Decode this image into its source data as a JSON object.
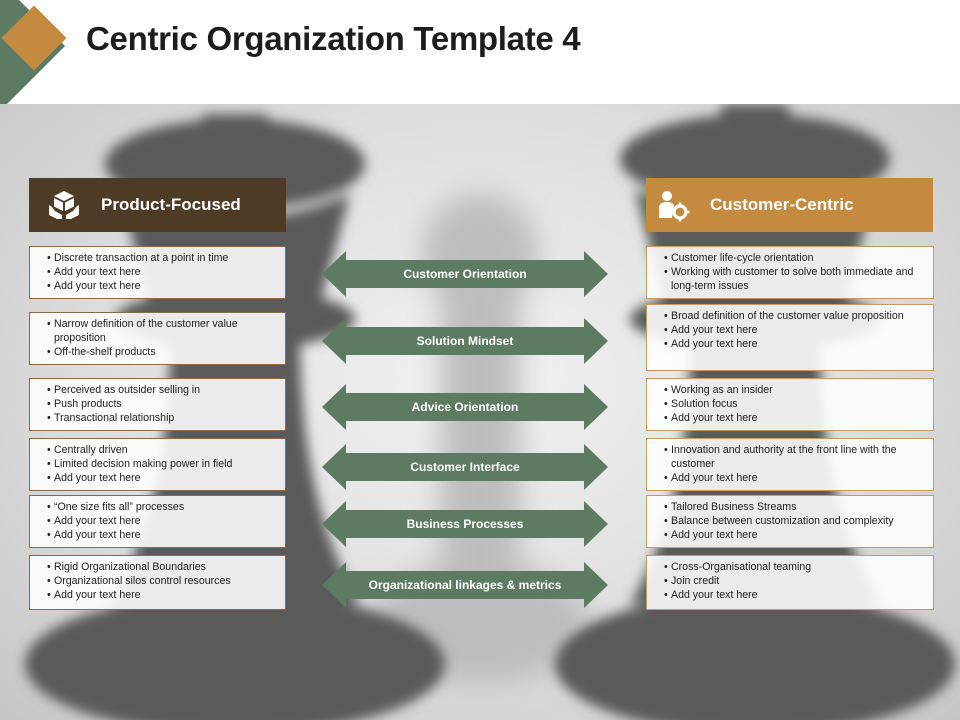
{
  "title": "Centric Organization Template 4",
  "colors": {
    "accent_green": "#5d7a62",
    "accent_gold": "#c48a3f",
    "dark_brown": "#4e3b26"
  },
  "left_header": {
    "label": "Product-Focused",
    "icon": "hands-box-icon"
  },
  "right_header": {
    "label": "Customer-Centric",
    "icon": "person-gear-icon"
  },
  "rows": [
    {
      "left": [
        "Discrete transaction at a point in time",
        "Add your text here",
        "Add your text here"
      ],
      "arrow": "Customer  Orientation",
      "right": [
        "Customer life-cycle orientation",
        "Working with customer to solve both immediate and long-term issues"
      ]
    },
    {
      "left": [
        "Narrow definition of the customer value proposition",
        "Off-the-shelf products"
      ],
      "arrow": "Solution Mindset",
      "right": [
        "Broad definition of the customer value proposition",
        "Add your text here",
        "Add your text here"
      ]
    },
    {
      "left": [
        "Perceived as outsider selling in",
        "Push products",
        "Transactional relationship"
      ],
      "arrow": "Advice Orientation",
      "right": [
        "Working as an insider",
        "Solution focus",
        "Add your text here"
      ]
    },
    {
      "left": [
        "Centrally driven",
        "Limited decision making power in field",
        "Add your text here"
      ],
      "arrow": "Customer  Interface",
      "right": [
        "Innovation and authority at the front line with the customer",
        "Add your text here"
      ]
    },
    {
      "left": [
        "“One size fits all” processes",
        "Add your text here",
        "Add your text here"
      ],
      "arrow": "Business  Processes",
      "right": [
        "Tailored Business Streams",
        "Balance between customization and complexity",
        "Add your text here"
      ]
    },
    {
      "left": [
        "Rigid Organizational Boundaries",
        "Organizational silos control resources",
        "Add your text here"
      ],
      "arrow": "Organizational linkages & metrics",
      "right": [
        "Cross-Organisational teaming",
        "Join credit",
        "Add your text here"
      ]
    }
  ]
}
